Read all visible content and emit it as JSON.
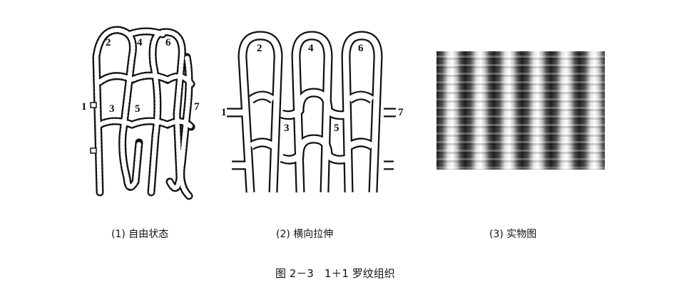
{
  "figure": {
    "panels": [
      {
        "caption": "(1) 自由状态",
        "labels": [
          "2",
          "4",
          "6",
          "1",
          "3",
          "5",
          "7"
        ]
      },
      {
        "caption": "(2) 横向拉伸",
        "labels": [
          "2",
          "4",
          "6",
          "1",
          "3",
          "5",
          "7"
        ]
      },
      {
        "caption": "(3) 实物图"
      }
    ],
    "title": "图 2－3　1＋1 罗纹组织"
  }
}
